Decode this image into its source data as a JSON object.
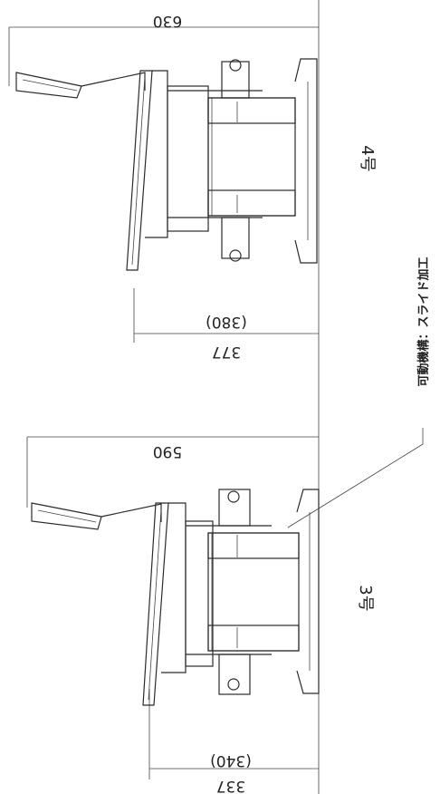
{
  "views": [
    {
      "model_label": "4号",
      "overall_dim": "630",
      "lower_dim_ref": "(380)",
      "lower_dim": "377"
    },
    {
      "model_label": "3号",
      "overall_dim": "590",
      "lower_dim_ref": "(340)",
      "lower_dim": "337"
    }
  ],
  "note": "可動機構：スライド加工"
}
